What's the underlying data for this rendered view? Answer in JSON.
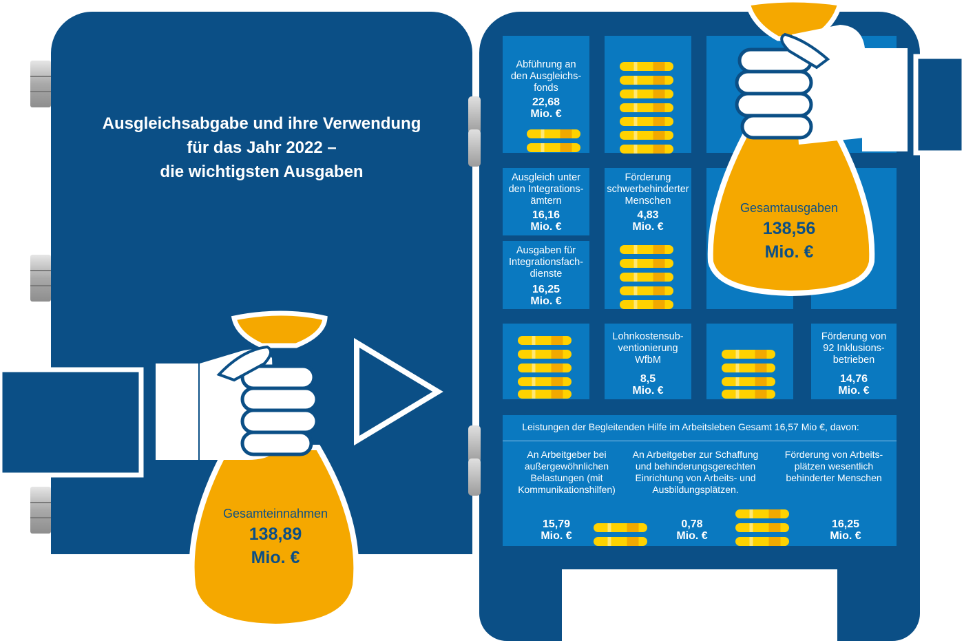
{
  "title": "Ausgleichsabgabe und ihre Verwendung\nfür das Jahr 2022 –\ndie wichtigsten Ausgaben",
  "colors": {
    "navy": "#0b4f86",
    "cell_blue": "#0a79c0",
    "bag_orange": "#f5a800",
    "coin_yellow": "#ffd200"
  },
  "income": {
    "label": "Gesamteinnahmen",
    "value": "138,89",
    "unit": "Mio. €"
  },
  "expenses": {
    "label": "Gesamtausgaben",
    "value": "138,56",
    "unit": "Mio. €"
  },
  "items": [
    {
      "label": "Abführung an\nden Ausgleichs-\nfonds",
      "value": "22,68\nMio. €"
    },
    {
      "label": "Ausgleich unter\nden Integrations-\nämtern",
      "value": "16,16\nMio. €"
    },
    {
      "label": "Förderung\nschwerbehinderter\nMenschen",
      "value": "4,83\nMio. €"
    },
    {
      "label": "Ausgaben für\nIntegrationsfach-\ndienste",
      "value": "16,25\nMio. €"
    },
    {
      "label": "Lohnkostensub-\nventionierung\nWfbM",
      "value": "8,5\nMio. €"
    },
    {
      "label": "Förderung von\n92 Inklusions-\nbetrieben",
      "value": "14,76\nMio. €"
    }
  ],
  "support": {
    "header": "Leistungen der Begleitenden Hilfe im Arbeitsleben Gesamt 16,57 Mio €, davon:",
    "items": [
      {
        "label": "An Arbeitgeber bei\naußergewöhnlichen\nBelastungen (mit\nKommunikationshilfen)",
        "value": "15,79\nMio. €"
      },
      {
        "label": "An Arbeitgeber zur Schaffung\nund behinderungsgerechten\nEinrichtung von Arbeits- und\nAusbildungsplätzen.",
        "value": "0,78\nMio. €"
      },
      {
        "label": "Förderung von Arbeits-\nplätzen wesentlich\nbehinderter Menschen",
        "value": "16,25\nMio. €"
      }
    ]
  }
}
